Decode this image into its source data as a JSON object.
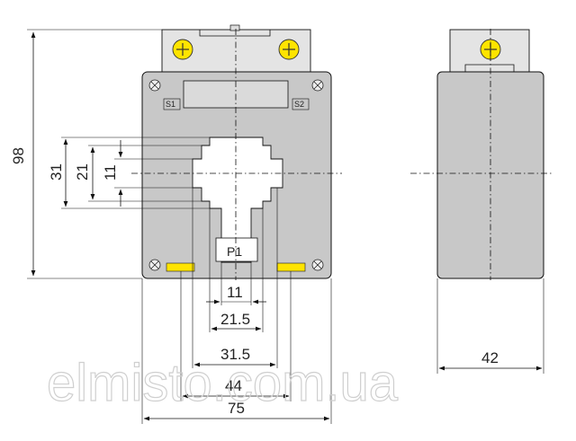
{
  "front_view": {
    "terminal_labels": {
      "s1": "S1",
      "s2": "S2",
      "p1": "P1"
    },
    "dimensions": {
      "overall_height": "98",
      "window_outer": "31",
      "window_mid": "21",
      "window_inner": "11",
      "bottom_11": "11",
      "bottom_21_5": "21.5",
      "bottom_31_5": "31.5",
      "bottom_44": "44",
      "bottom_75": "75"
    }
  },
  "side_view": {
    "dimensions": {
      "depth": "42"
    }
  },
  "watermark": "elmisto.com.ua",
  "colors": {
    "body": "#c9c9c9",
    "terminal_plate": "#e6e6e6",
    "label_window": "#dcdcdc",
    "line": "#111111",
    "watermark": "#cfcfcf"
  }
}
